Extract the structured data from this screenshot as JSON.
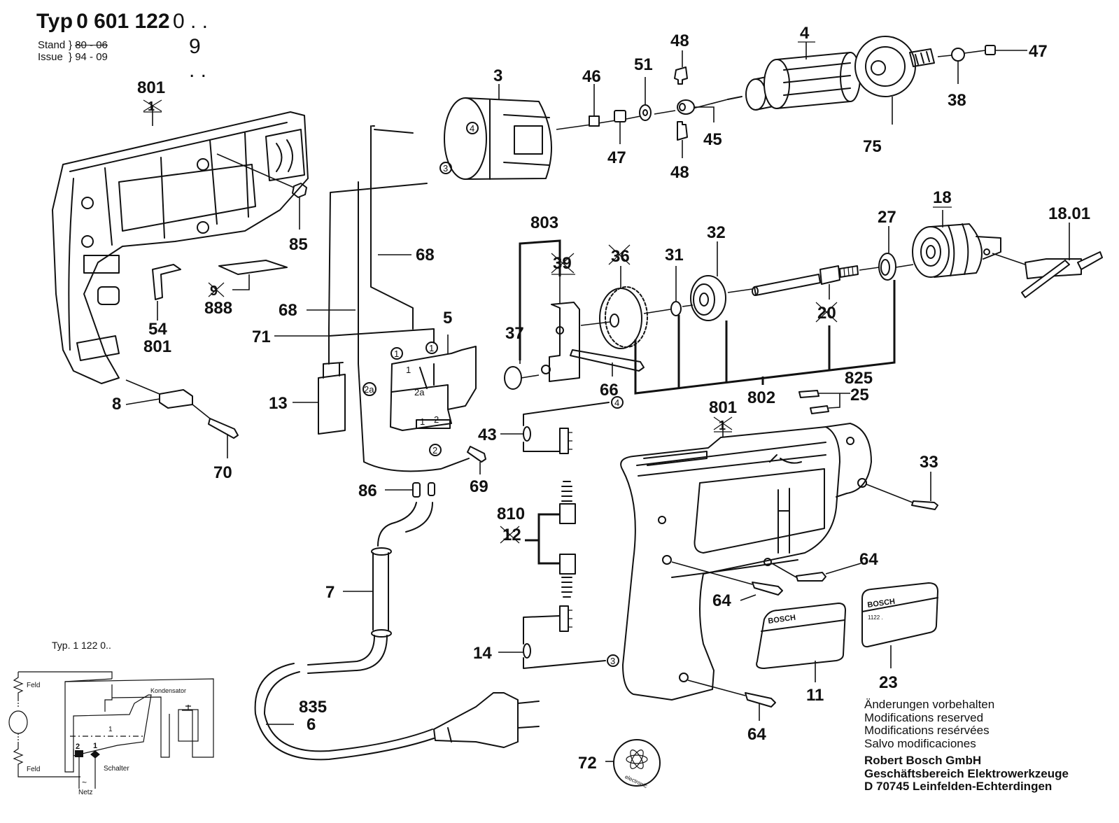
{
  "header": {
    "type_label": "Typ",
    "type_number": "0 601 122",
    "variant_1": "0 . .",
    "variant_2": "9 . .",
    "stand_label": "Stand",
    "issue_label": "Issue",
    "stand_old": "80 - 06",
    "stand_current": "94 - 09"
  },
  "parts": [
    {
      "id": "801",
      "note": "housing shell (left)",
      "struck_sub": "1"
    },
    {
      "id": "85",
      "note": "nut"
    },
    {
      "id": "888",
      "struck_sub": "9",
      "note": "label plate"
    },
    {
      "id": "54",
      "sub": "801",
      "note": "bracket"
    },
    {
      "id": "8",
      "note": "cord clamp"
    },
    {
      "id": "70",
      "note": "screw"
    },
    {
      "id": "3",
      "note": "field"
    },
    {
      "id": "46",
      "note": "insert"
    },
    {
      "id": "47",
      "note": "bearing block"
    },
    {
      "id": "51",
      "note": "washer"
    },
    {
      "id": "48",
      "note": "clip (top)"
    },
    {
      "id": "45",
      "note": "bearing"
    },
    {
      "id": "48",
      "note": "clip (bottom)"
    },
    {
      "id": "4",
      "note": "armature",
      "underlined": true
    },
    {
      "id": "75",
      "note": "bevel gear"
    },
    {
      "id": "38",
      "note": "ball"
    },
    {
      "id": "47",
      "note": "bearing block (end)"
    },
    {
      "id": "68",
      "note": "cable"
    },
    {
      "id": "68",
      "note": "cable"
    },
    {
      "id": "71",
      "note": "cable"
    },
    {
      "id": "13",
      "note": "capacitor"
    },
    {
      "id": "5",
      "note": "switch"
    },
    {
      "id": "803",
      "note": "gear assembly group"
    },
    {
      "id": "39",
      "struck": true,
      "underlined": true,
      "note": "bearing support"
    },
    {
      "id": "36",
      "struck": true,
      "note": "gear"
    },
    {
      "id": "37",
      "note": "sleeve"
    },
    {
      "id": "31",
      "note": "retaining ring"
    },
    {
      "id": "32",
      "note": "ball bearing"
    },
    {
      "id": "66",
      "note": "screw"
    },
    {
      "id": "802",
      "note": "spindle assembly group"
    },
    {
      "id": "20",
      "struck": true,
      "note": "drill spindle"
    },
    {
      "id": "27",
      "note": "ring"
    },
    {
      "id": "18",
      "underlined": true,
      "note": "key chuck"
    },
    {
      "id": "18.01",
      "note": "chuck key"
    },
    {
      "id": "825",
      "note": "pin set"
    },
    {
      "id": "25",
      "note": "pin"
    },
    {
      "id": "43",
      "note": "brush holder",
      "terminal": "4"
    },
    {
      "id": "69",
      "note": "screw"
    },
    {
      "id": "86",
      "note": "connector sleeves"
    },
    {
      "id": "810",
      "note": "carbon brush set"
    },
    {
      "id": "12",
      "struck": true,
      "note": "carbon brush"
    },
    {
      "id": "7",
      "note": "cable sleeve"
    },
    {
      "id": "14",
      "note": "brush holder",
      "terminal": "3"
    },
    {
      "id": "835",
      "note": "mains cable"
    },
    {
      "id": "6",
      "note": "mains cable"
    },
    {
      "id": "72",
      "note": "emblem"
    },
    {
      "id": "801",
      "note": "housing shell (right)",
      "struck_sub": "1"
    },
    {
      "id": "33",
      "note": "screw"
    },
    {
      "id": "64",
      "note": "screw (upper)"
    },
    {
      "id": "64",
      "note": "screw (mid)"
    },
    {
      "id": "64",
      "note": "screw (lower)"
    },
    {
      "id": "11",
      "note": "nameplate"
    },
    {
      "id": "23",
      "note": "type plate"
    }
  ],
  "labels": {
    "l801a": "801",
    "l801a_x": "1",
    "l85": "85",
    "l9": "9",
    "l888": "888",
    "l54": "54",
    "l801b": "801",
    "l8": "8",
    "l70": "70",
    "l3": "3",
    "l46": "46",
    "l47a": "47",
    "l51": "51",
    "l48a": "48",
    "l45": "45",
    "l48b": "48",
    "l4": "4",
    "l75": "75",
    "l38": "38",
    "l47b": "47",
    "l68a": "68",
    "l68b": "68",
    "l71": "71",
    "l13": "13",
    "l5": "5",
    "l803": "803",
    "l39": "39",
    "l36": "36",
    "l37": "37",
    "l31": "31",
    "l32": "32",
    "l66": "66",
    "l802": "802",
    "l20": "20",
    "l27": "27",
    "l18": "18",
    "l1801": "18.01",
    "l825": "825",
    "l25": "25",
    "l43": "43",
    "l69": "69",
    "l86": "86",
    "l810": "810",
    "l12": "12",
    "l7": "7",
    "l14": "14",
    "l835": "835",
    "l6": "6",
    "l72": "72",
    "l801c": "801",
    "l801c_x": "1",
    "l33": "33",
    "l64a": "64",
    "l64b": "64",
    "l64c": "64",
    "l11": "11",
    "l23": "23",
    "term1": "1",
    "term2": "2",
    "term2a": "2a",
    "term3": "3",
    "term4": "4",
    "sw1": "1",
    "sw2": "2",
    "sw2a": "2a",
    "plate_brand_11": "BOSCH",
    "plate_brand_23": "BOSCH",
    "plate_model_23": "1122 .",
    "emblem_text": "electronic"
  },
  "schematic": {
    "title": "Typ. 1 122 0..",
    "field_top": "Feld",
    "field_bottom": "Feld",
    "capacitor": "Kondensator",
    "switch": "Schalter",
    "mains": "Netz",
    "mains_symbol": "~",
    "pin_1_top": "1",
    "pin_2": "2",
    "pin_1": "1"
  },
  "footer": {
    "line_de": "Änderungen vorbehalten",
    "line_en": "Modifications reserved",
    "line_fr": "Modifications resérvées",
    "line_es": "Salvo modificaciones",
    "company": "Robert Bosch GmbH",
    "division": "Geschäftsbereich Elektrowerkzeuge",
    "address": "D 70745 Leinfelden-Echterdingen"
  }
}
